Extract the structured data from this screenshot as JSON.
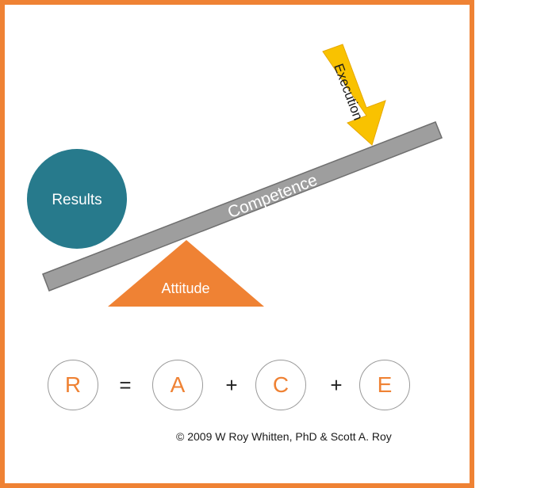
{
  "diagram": {
    "results_label": "Results",
    "competence_label": "Competence",
    "attitude_label": "Attitude",
    "execution_label": "Execution"
  },
  "formula": {
    "r": "R",
    "equals": "=",
    "a": "A",
    "plus_1": "+",
    "c": "C",
    "plus_2": "+",
    "e": "E"
  },
  "footer": {
    "copyright": "© 2009 W Roy Whitten, PhD & Scott A. Roy"
  },
  "colors": {
    "frame_border": "#ef8234",
    "results_circle": "#277a8c",
    "attitude_triangle": "#ef8234",
    "competence_beam": "#9e9e9e",
    "execution_arrow": "#f9c200",
    "formula_letters": "#ef8234"
  }
}
